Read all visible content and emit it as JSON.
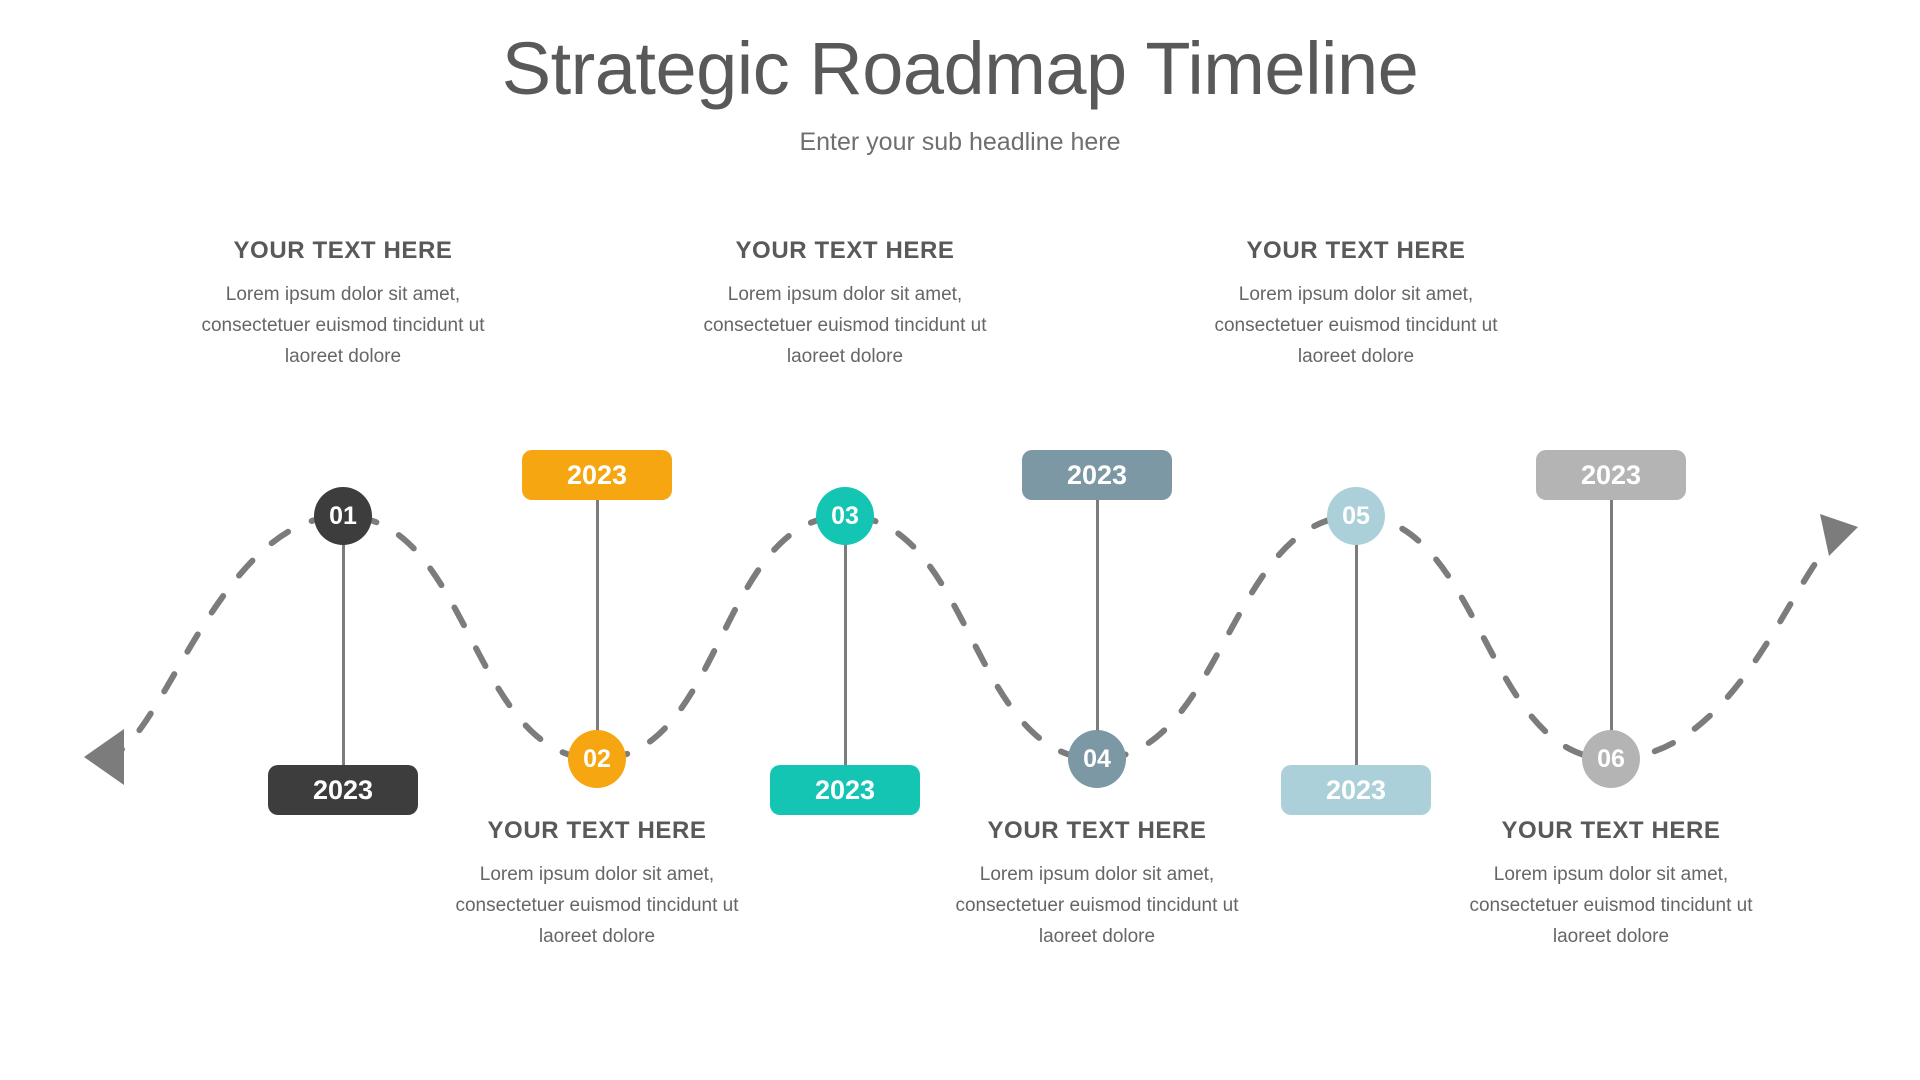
{
  "header": {
    "title": "Strategic Roadmap Timeline",
    "subtitle": "Enter your sub headline here"
  },
  "colors": {
    "title_text": "#595959",
    "body_text": "#666666",
    "wave": "#7c7c7c",
    "step_01": "#3d3d3d",
    "step_02": "#f5a611",
    "step_03": "#14c5b4",
    "step_04": "#7b98a4",
    "step_05": "#abd0d9",
    "step_06": "#b4b4b4"
  },
  "steps": [
    {
      "number": "01",
      "year": "2023",
      "heading": "YOUR TEXT HERE",
      "body": "Lorem ipsum dolor sit amet, consectetuer euismod tincidunt ut laoreet dolore",
      "color": "#3d3d3d",
      "badge_color": "#3d3d3d",
      "position": "up"
    },
    {
      "number": "02",
      "year": "2023",
      "heading": "YOUR TEXT HERE",
      "body": "Lorem ipsum dolor sit amet, consectetuer euismod tincidunt ut laoreet dolore",
      "color": "#f5a611",
      "badge_color": "#f5a611",
      "position": "down"
    },
    {
      "number": "03",
      "year": "2023",
      "heading": "YOUR TEXT HERE",
      "body": "Lorem ipsum dolor sit amet, consectetuer euismod tincidunt ut laoreet dolore",
      "color": "#14c5b4",
      "badge_color": "#14c5b4",
      "position": "up"
    },
    {
      "number": "04",
      "year": "2023",
      "heading": "YOUR TEXT HERE",
      "body": "Lorem ipsum dolor sit amet, consectetuer euismod tincidunt ut laoreet dolore",
      "color": "#7b98a4",
      "badge_color": "#7b98a4",
      "position": "down"
    },
    {
      "number": "05",
      "year": "2023",
      "heading": "YOUR TEXT HERE",
      "body": "Lorem ipsum dolor sit amet, consectetuer euismod tincidunt ut laoreet dolore",
      "color": "#abd0d9",
      "badge_color": "#abd0d9",
      "position": "up"
    },
    {
      "number": "06",
      "year": "2023",
      "heading": "YOUR TEXT HERE",
      "body": "Lorem ipsum dolor sit amet, consectetuer euismod tincidunt ut laoreet dolore",
      "color": "#b4b4b4",
      "badge_color": "#b4b4b4",
      "position": "down"
    }
  ],
  "connector": {
    "style": "dashed-sine-wave",
    "start_arrow": "left-arrow-icon",
    "end_arrow": "right-arrow-icon"
  }
}
